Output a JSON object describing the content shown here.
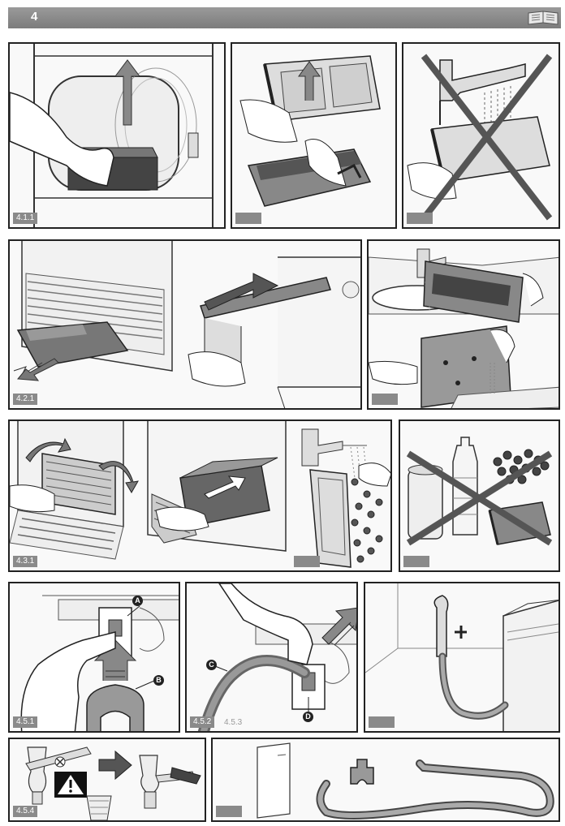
{
  "header": {
    "page_number": "4"
  },
  "panels": {
    "p411": {
      "label": "4.1.1"
    },
    "p421": {
      "label": "4.2.1"
    },
    "p431": {
      "label": "4.3.1"
    },
    "p451": {
      "label": "4.5.1",
      "callout_a": "A",
      "callout_b": "B"
    },
    "p452": {
      "label": "4.5.2",
      "ghost_label": "4.5.3",
      "callout_c": "C",
      "callout_d": "D"
    },
    "p454": {
      "label": "4.5.4"
    }
  },
  "icons": {
    "manual": "manual-book-icon",
    "cross": "prohibited-cross-icon",
    "warning": "warning-triangle-icon",
    "arrow": "direction-arrow-icon"
  },
  "colors": {
    "header": "#8a8a8a",
    "label_bg": "#8a8a8a",
    "cross": "#555555",
    "border": "#222222"
  }
}
